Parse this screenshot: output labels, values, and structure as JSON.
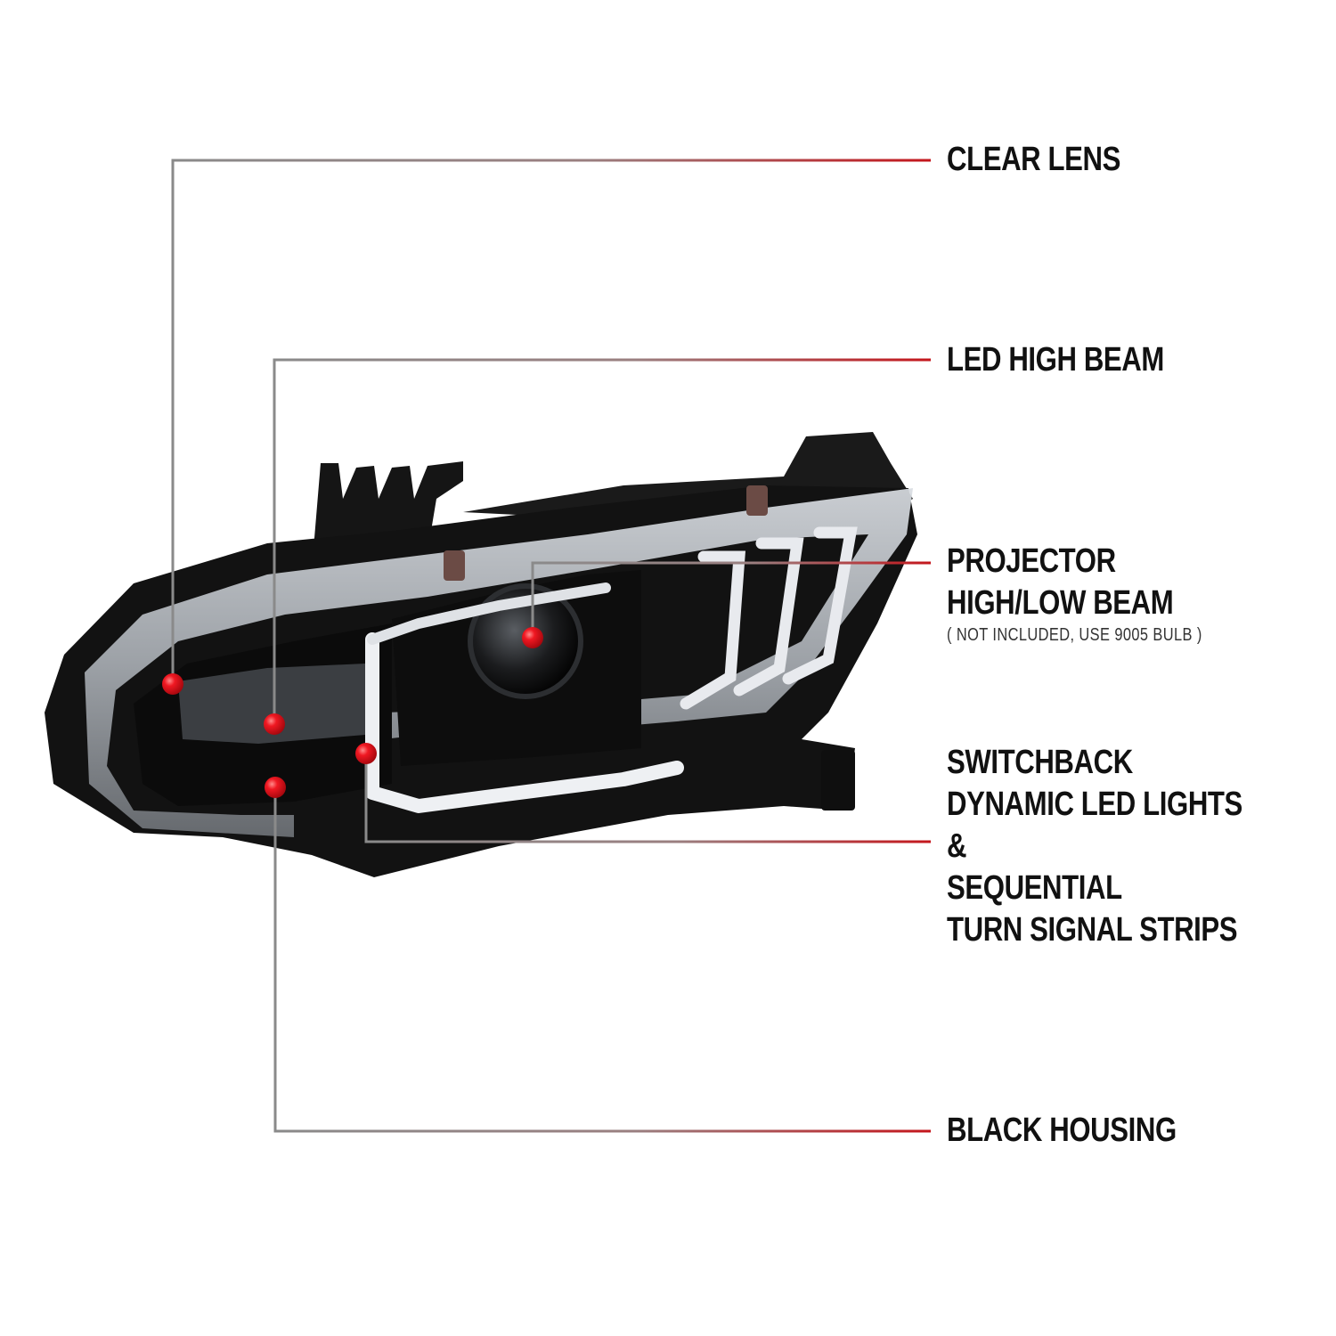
{
  "colors": {
    "leader_grey": "#8a8a8a",
    "leader_red": "#c4161c",
    "dot": "#e3101a",
    "housing": "#111111",
    "drl": "#e6e8ec",
    "lens": "#c9ced4"
  },
  "callouts": [
    {
      "id": "clear-lens",
      "lines": [
        "CLEAR LENS"
      ]
    },
    {
      "id": "led-high-beam",
      "lines": [
        "LED HIGH BEAM"
      ]
    },
    {
      "id": "projector",
      "lines": [
        "PROJECTOR",
        "HIGH/LOW BEAM"
      ],
      "note": "( NOT INCLUDED, USE  9005  BULB )"
    },
    {
      "id": "switchback",
      "lines": [
        "SWITCHBACK",
        "DYNAMIC LED LIGHTS",
        "&",
        "SEQUENTIAL",
        "TURN SIGNAL STRIPS"
      ]
    },
    {
      "id": "black-housing",
      "lines": [
        "BLACK HOUSING"
      ]
    }
  ]
}
